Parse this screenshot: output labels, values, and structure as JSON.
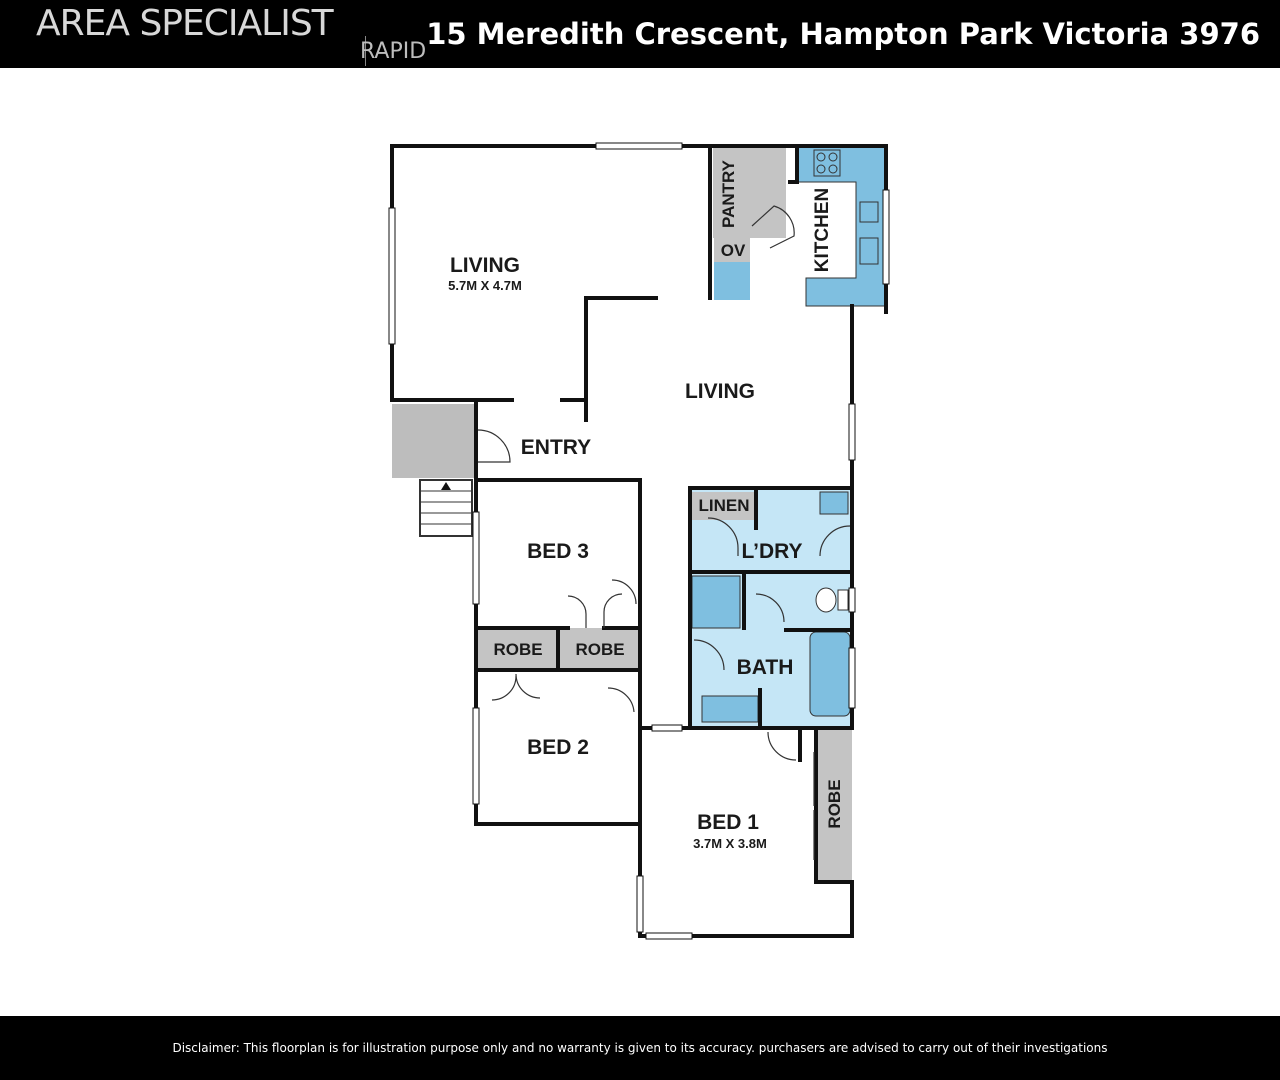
{
  "header": {
    "brand": "AREA SPECIALIST",
    "brand_sub": "RAPID",
    "address": "15 Meredith Crescent, Hampton Park Victoria 3976"
  },
  "rooms": {
    "living_main": {
      "label": "LIVING",
      "dims": "5.7M X 4.7M"
    },
    "living_second": {
      "label": "LIVING"
    },
    "entry": {
      "label": "ENTRY"
    },
    "pantry": {
      "label": "PANTRY"
    },
    "oven": {
      "label": "OV"
    },
    "kitchen": {
      "label": "KITCHEN"
    },
    "linen": {
      "label": "LINEN"
    },
    "laundry": {
      "label": "L’DRY"
    },
    "bath": {
      "label": "BATH"
    },
    "bed3": {
      "label": "BED 3"
    },
    "robe_a": {
      "label": "ROBE"
    },
    "robe_b": {
      "label": "ROBE"
    },
    "bed2": {
      "label": "BED 2"
    },
    "bed1": {
      "label": "BED 1",
      "dims": "3.7M X 3.8M"
    },
    "robe_bed1": {
      "label": "ROBE"
    }
  },
  "colors": {
    "wall": "#111111",
    "wet_area": "#c5e6f6",
    "fixture": "#7fbfe0",
    "storage": "#c4c4c4"
  },
  "footer": {
    "disclaimer": "Disclaimer: This floorplan is for illustration purpose only and no warranty is given to its accuracy. purchasers are advised to carry out of their investigations"
  }
}
